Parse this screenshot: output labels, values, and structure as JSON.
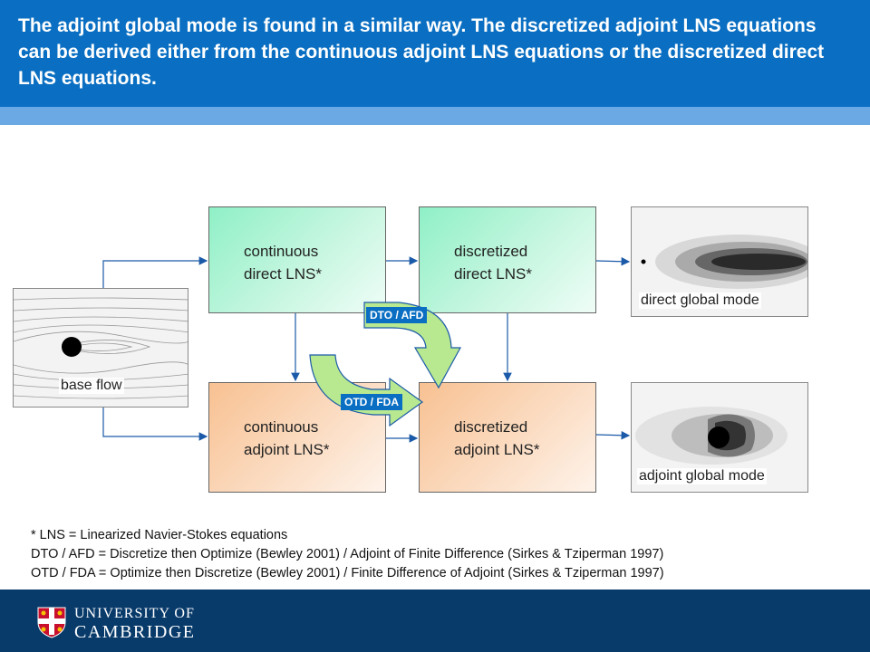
{
  "slide": {
    "title": "The adjoint global mode is found in a similar way. The discretized adjoint LNS equations can be derived either from the continuous adjoint LNS equations or the discretized direct LNS equations."
  },
  "diagram": {
    "boxes": {
      "continuous_direct": {
        "line1": "continuous",
        "line2": "direct LNS*"
      },
      "discretized_direct": {
        "line1": "discretized",
        "line2": "direct LNS*"
      },
      "continuous_adjoint": {
        "line1": "continuous",
        "line2": "adjoint LNS*"
      },
      "discretized_adjoint": {
        "line1": "discretized",
        "line2": "adjoint LNS*"
      }
    },
    "plots": {
      "base_flow": "base flow",
      "direct_mode": "direct global mode",
      "adjoint_mode": "adjoint global mode"
    },
    "arrows": {
      "dto_afd": "DTO / AFD",
      "otd_fda": "OTD / FDA"
    },
    "colors": {
      "header": "#0a6fc2",
      "direct_box": "#8ff0c6",
      "adjoint_box": "#f8c192",
      "curved_arrow": "#b8e890",
      "footer": "#083a6a"
    }
  },
  "footnotes": {
    "lns": "* LNS = Linearized Navier-Stokes equations",
    "dto": "DTO / AFD = Discretize then Optimize (Bewley 2001) / Adjoint of Finite Difference (Sirkes & Tziperman 1997)",
    "otd": "OTD / FDA = Optimize then Discretize (Bewley 2001) / Finite Difference of Adjoint (Sirkes & Tziperman 1997)"
  },
  "footer": {
    "logo_line1": "UNIVERSITY OF",
    "logo_line2": "CAMBRIDGE",
    "logo_icon": "cambridge-crest-icon"
  }
}
